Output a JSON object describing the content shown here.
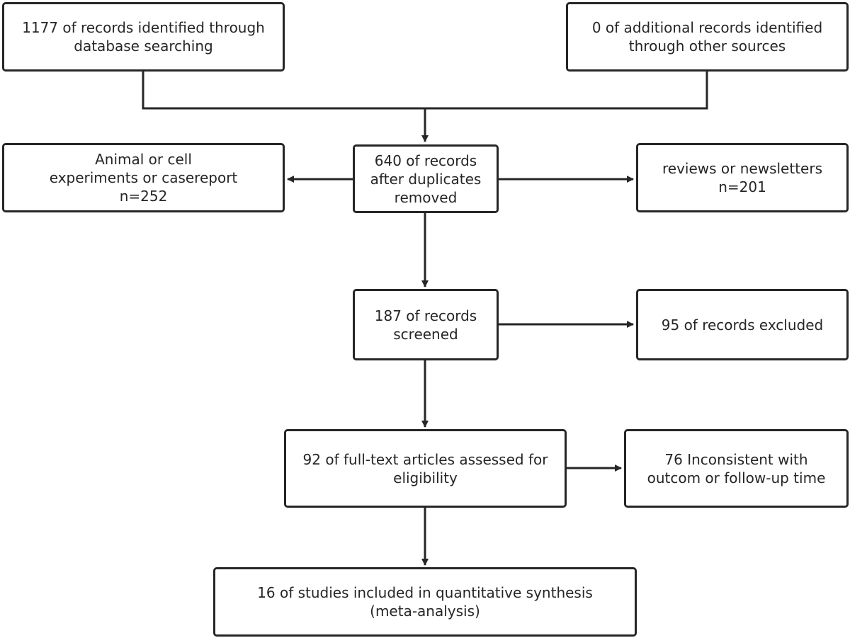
{
  "boxes": {
    "db_search": [
      "1177 of records identified through",
      "database searching"
    ],
    "other_sources": [
      "0 of additional records identified",
      "through other sources"
    ],
    "exclude_animal": [
      "Animal or cell",
      "experiments or casereport",
      "n=252"
    ],
    "after_duplicates": [
      "640 of records",
      "after duplicates",
      "removed"
    ],
    "exclude_reviews": [
      "reviews or newsletters",
      "n=201"
    ],
    "screened": [
      "187 of records",
      "screened"
    ],
    "excluded_screen": [
      "95 of records excluded"
    ],
    "fulltext": [
      "92 of full-text articles assessed for",
      "eligibility"
    ],
    "exclude_outcome": [
      "76 Inconsistent with",
      "outcom or follow-up time"
    ],
    "included": [
      "16 of studies included in quantitative synthesis",
      "(meta-analysis)"
    ]
  }
}
